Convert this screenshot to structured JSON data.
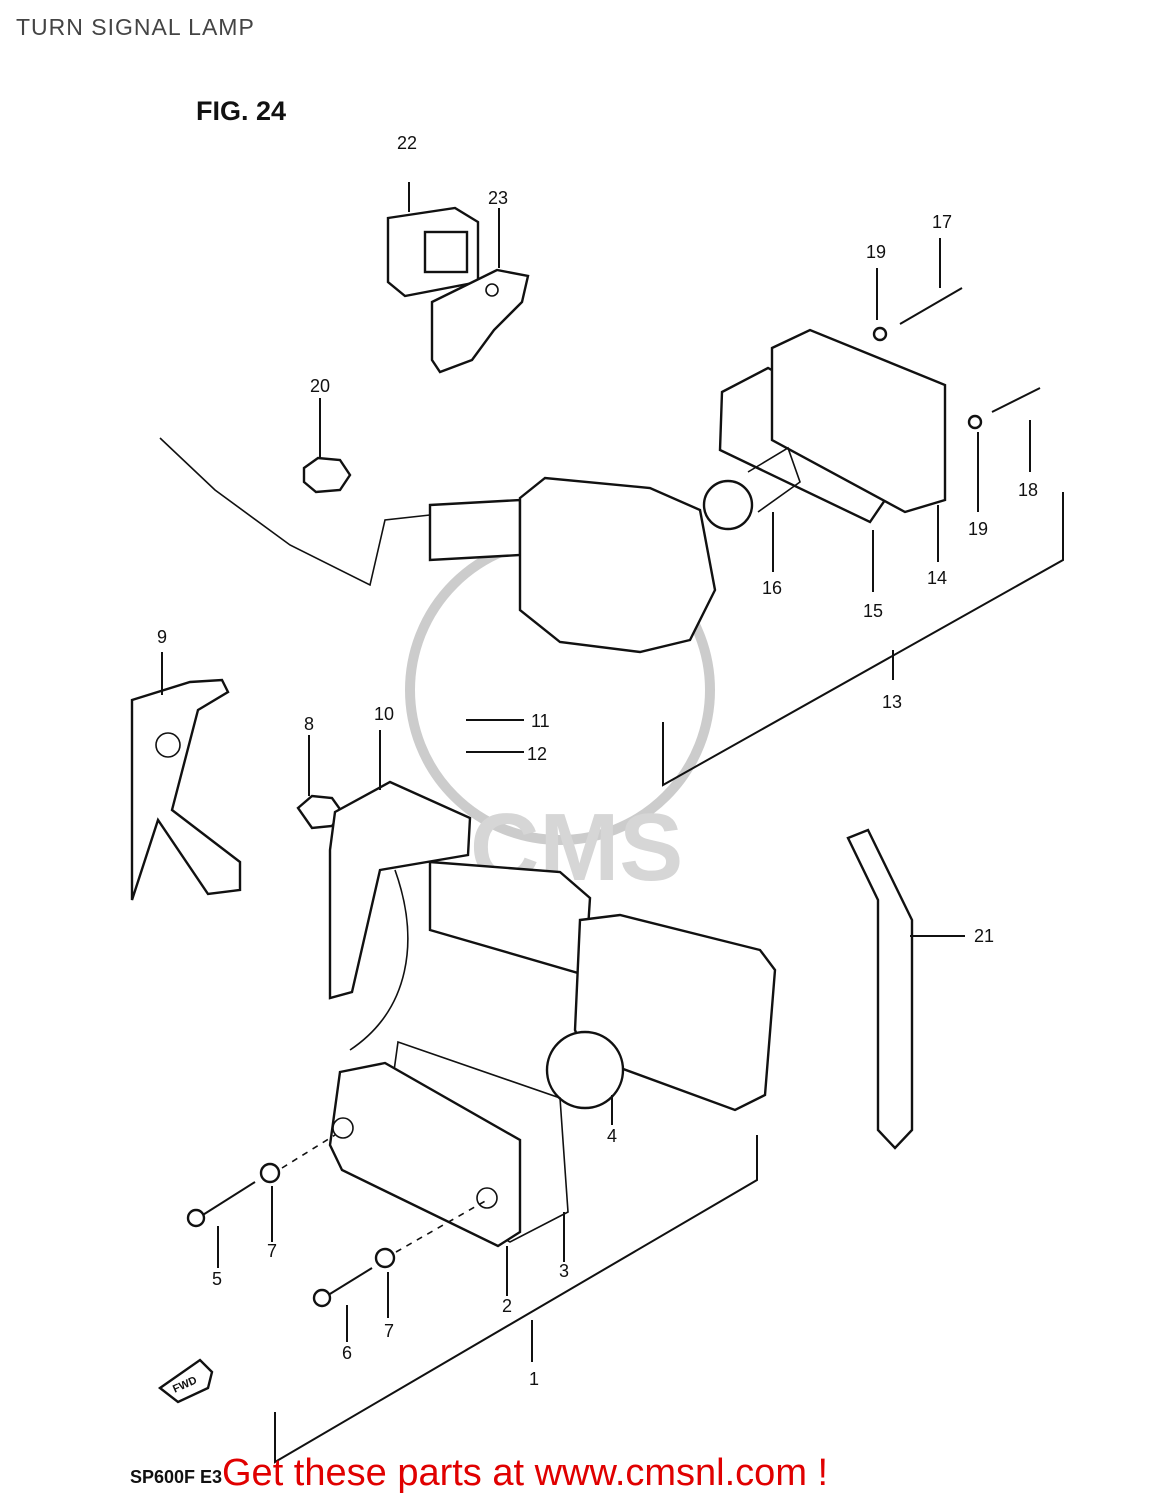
{
  "header": {
    "title": "TURN SIGNAL LAMP"
  },
  "figure": {
    "title": "FIG. 24",
    "model_code": "SP600F E3",
    "direction_arrow": "FWD",
    "watermark": "CMS"
  },
  "callouts": {
    "c1": "1",
    "c2": "2",
    "c3": "3",
    "c4": "4",
    "c5": "5",
    "c6": "6",
    "c7a": "7",
    "c7b": "7",
    "c8": "8",
    "c9": "9",
    "c10": "10",
    "c11": "11",
    "c12": "12",
    "c13": "13",
    "c14": "14",
    "c15": "15",
    "c16": "16",
    "c17": "17",
    "c18": "18",
    "c19a": "19",
    "c19b": "19",
    "c20": "20",
    "c21": "21",
    "c22": "22",
    "c23": "23"
  },
  "footer": {
    "promo": "Get these parts at www.cmsnl.com !"
  }
}
